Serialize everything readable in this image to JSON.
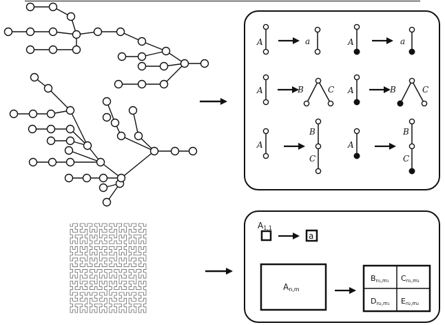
{
  "rules_top": {
    "rule1": {
      "lhs": "A",
      "rhs": "a"
    },
    "rule2": {
      "lhs": "A",
      "left": "B",
      "right": "C"
    },
    "rule3": {
      "lhs": "A",
      "upper": "B",
      "lower": "C"
    }
  },
  "rules_bottom": {
    "terminal": {
      "lhs_main": "A",
      "lhs_sub": "1,1",
      "rhs": "a"
    },
    "split": {
      "lhs_main": "A",
      "lhs_sub": "n,m",
      "cells": [
        {
          "main": "B",
          "sub": "n₁,m₁"
        },
        {
          "main": "C",
          "sub": "n₁,m₂"
        },
        {
          "main": "D",
          "sub": "n₂,m₁"
        },
        {
          "main": "E",
          "sub": "n₂,m₂"
        }
      ]
    }
  }
}
